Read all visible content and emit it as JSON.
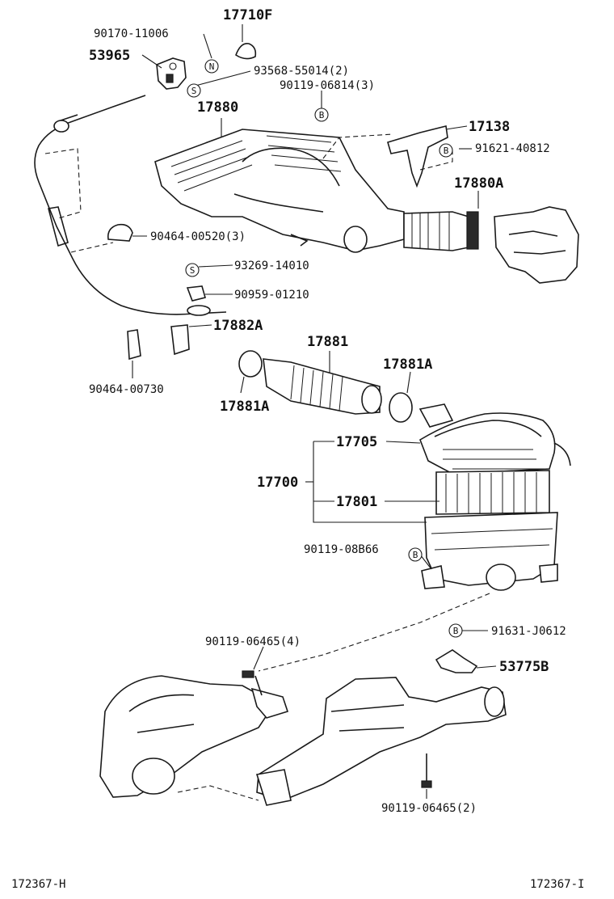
{
  "diagram": {
    "labels": {
      "p17710F": "17710F",
      "p90170_11006": "90170-11006",
      "p53965": "53965",
      "p93568_55014": "93568-55014(2)",
      "p90119_06814": "90119-06814(3)",
      "p17880": "17880",
      "p17138": "17138",
      "p91621_40812": "91621-40812",
      "p17880A": "17880A",
      "p90464_00520": "90464-00520(3)",
      "p93269_14010": "93269-14010",
      "p90959_01210": "90959-01210",
      "p17882A": "17882A",
      "p17881": "17881",
      "p17881A_r": "17881A",
      "p17881A_l": "17881A",
      "p90464_00730": "90464-00730",
      "p17705": "17705",
      "p17700": "17700",
      "p17801": "17801",
      "p90119_08B66": "90119-08B66",
      "p91631_J0612": "91631-J0612",
      "p90119_06465_4": "90119-06465(4)",
      "p53775B": "53775B",
      "p90119_06465_2": "90119-06465(2)"
    },
    "marks": {
      "n": "N",
      "s": "S",
      "b": "B"
    },
    "footer": {
      "left": "172367-H",
      "right": "172367-I"
    }
  }
}
